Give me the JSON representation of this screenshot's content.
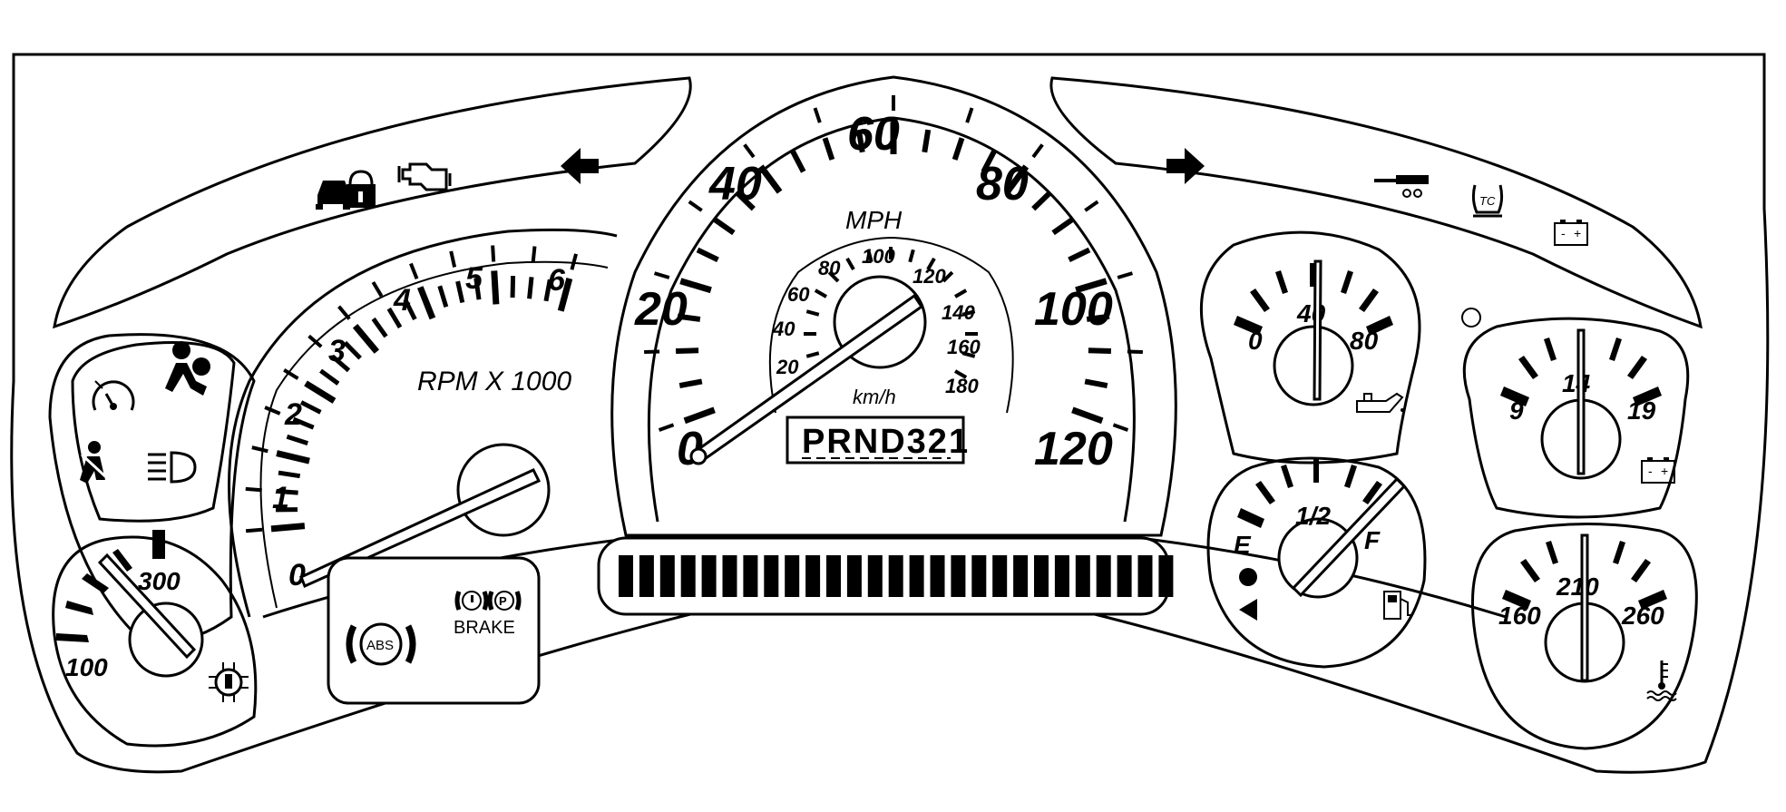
{
  "speedometer": {
    "mph_labels": [
      "0",
      "20",
      "40",
      "60",
      "80",
      "100",
      "120"
    ],
    "unit_mph": "MPH",
    "kmh_labels": [
      "20",
      "40",
      "60",
      "80",
      "100",
      "120",
      "140",
      "160",
      "180"
    ],
    "unit_kmh": "km/h",
    "needle_value_mph": 0
  },
  "gear_indicator": {
    "text": "PRND321"
  },
  "tachometer": {
    "labels": [
      "0",
      "1",
      "2",
      "3",
      "4",
      "5",
      "6"
    ],
    "unit": "RPM X 1000",
    "needle_value": 0
  },
  "transmission_temp_gauge": {
    "labels": [
      "100",
      "300"
    ]
  },
  "oil_pressure_gauge": {
    "labels": [
      "0",
      "40",
      "80"
    ]
  },
  "voltmeter_gauge": {
    "labels": [
      "9",
      "14",
      "19"
    ]
  },
  "fuel_gauge": {
    "labels": [
      "E",
      "1/2",
      "F"
    ]
  },
  "coolant_temp_gauge": {
    "labels": [
      "160",
      "210",
      "260"
    ]
  },
  "telltales": {
    "abs": "ABS",
    "brake": "BRAKE",
    "brake_p": "P",
    "battery_minus": "-",
    "battery_plus": "+"
  },
  "odometer_segments": 27,
  "icons": [
    "security-icon",
    "check-engine-icon",
    "left-turn-signal-icon",
    "right-turn-signal-icon",
    "trailer-icon",
    "traction-control-icon",
    "battery-icon",
    "cruise-control-icon",
    "airbag-icon",
    "seatbelt-icon",
    "headlamp-icon",
    "trans-temp-icon",
    "oil-can-icon",
    "fuel-pump-icon",
    "coolant-icon",
    "abs-icon",
    "brake-icon"
  ]
}
